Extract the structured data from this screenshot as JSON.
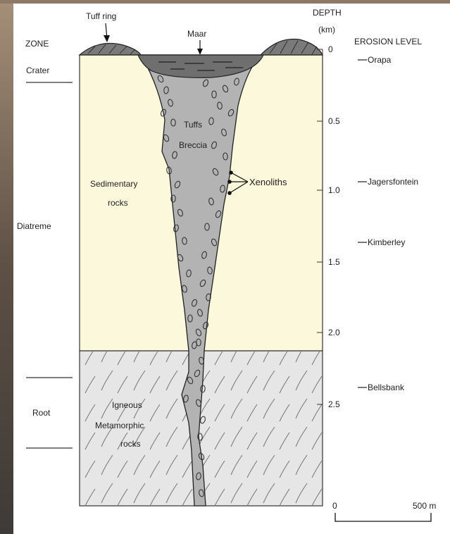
{
  "labels": {
    "zone": "ZONE",
    "depth_line1": "DEPTH",
    "depth_line2": "(km)",
    "erosion_level": "EROSION LEVEL",
    "tuff_ring": "Tuff ring",
    "maar": "Maar",
    "tuffs": "Tuffs",
    "breccia": "Breccia",
    "xenoliths": "Xenoliths",
    "sedimentary_1": "Sedimentary",
    "sedimentary_2": "rocks",
    "igneous_1": "Igneous",
    "igneous_2": "Metamorphic",
    "igneous_3": "rocks"
  },
  "zones": [
    "Crater",
    "Diatreme",
    "Root"
  ],
  "depth_ticks": [
    "0",
    "0.5",
    "1.0",
    "1.5",
    "2.0",
    "2.5"
  ],
  "erosion_levels": [
    "Orapa",
    "Jagersfontein",
    "Kimberley",
    "Bellsbank"
  ],
  "scale_bar": {
    "start": "0",
    "end": "500 m"
  },
  "colors": {
    "sedimentary": "#fbf8dc",
    "igneous": "#e6e6e6",
    "pipe": "#b3b3b3",
    "maar": "#6f6f6f",
    "frame_left": "#6b5a4a"
  }
}
